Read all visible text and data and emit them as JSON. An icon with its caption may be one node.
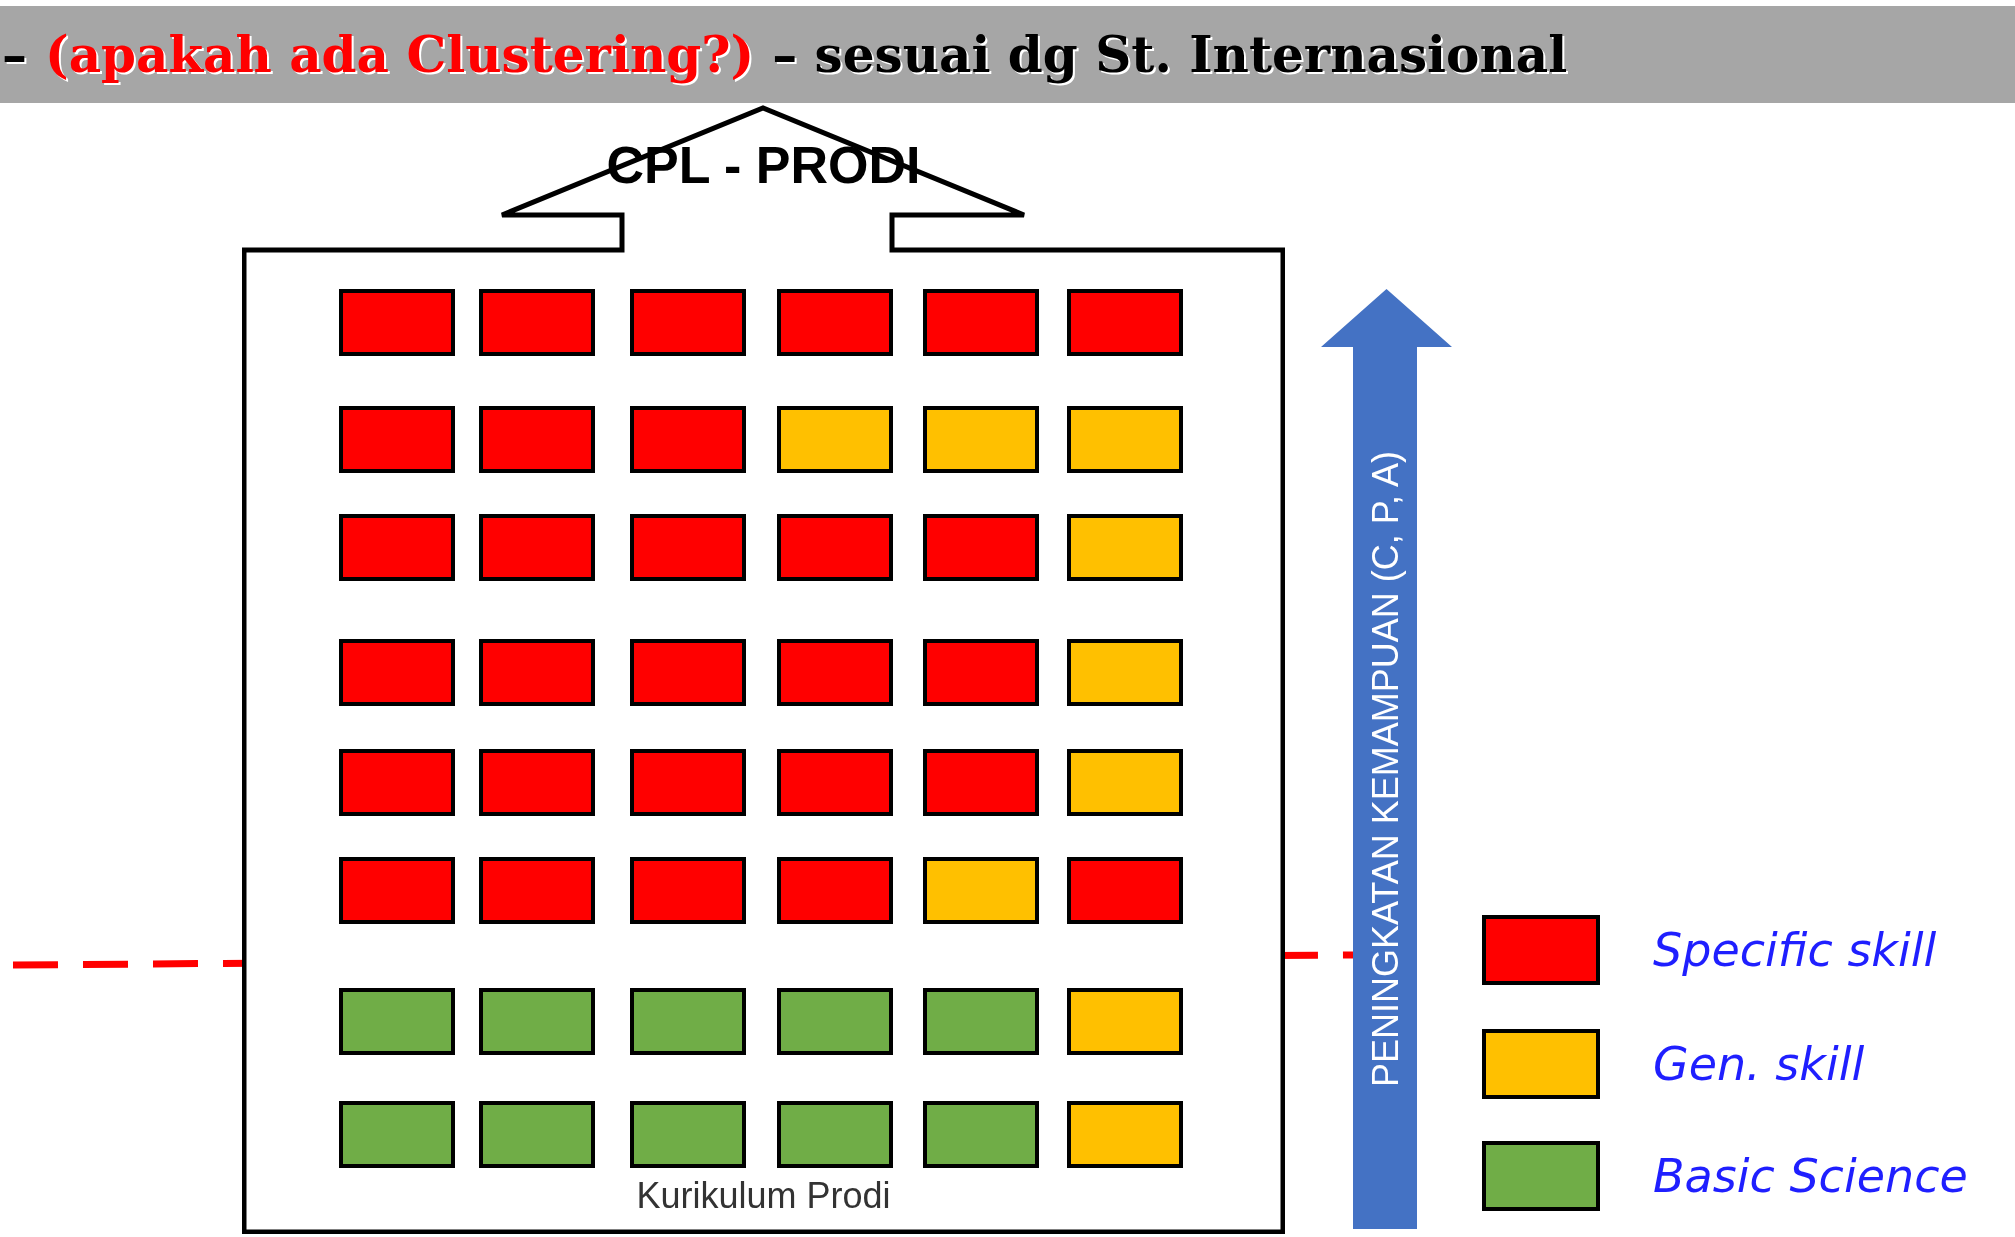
{
  "diagram": {
    "nodes": [
      {
        "text": [
          "CPL - PRODI",
          "Kurikulum Prodi"
        ]
      },
      {
        "text": [],
        "shape": "box",
        "in": 0
      },
      {
        "text": [],
        "shape": "box",
        "in": 0
      },
      {
        "text": [],
        "shape": "box",
        "in": 0
      },
      {
        "text": [],
        "shape": "box",
        "in": 0
      },
      {
        "text": [],
        "shape": "box",
        "in": 0
      },
      {
        "text": [],
        "shape": "box",
        "in": 0
      },
      {
        "text": [],
        "shape": "box",
        "in": 0
      },
      {
        "text": [],
        "shape": "box",
        "in": 0
      },
      {
        "text": [],
        "shape": "box",
        "in": 0
      },
      {
        "text": [],
        "shape": "box",
        "in": 0
      },
      {
        "text": [],
        "shape": "box",
        "in": 0
      },
      {
        "text": [],
        "shape": "box",
        "in": 0
      },
      {
        "text": [],
        "shape": "box",
        "in": 0
      },
      {
        "text": [],
        "shape": "box",
        "in": 0
      },
      {
        "text": [],
        "shape": "box",
        "in": 0
      },
      {
        "text": [],
        "shape": "box",
        "in": 0
      },
      {
        "text": [],
        "shape": "box",
        "in": 0
      },
      {
        "text": [],
        "shape": "box",
        "in": 0
      },
      {
        "text": [],
        "shape": "box",
        "in": 0
      },
      {
        "text": [],
        "shape": "box",
        "in": 0
      },
      {
        "text": [],
        "shape": "box",
        "in": 0
      },
      {
        "text": [],
        "shape": "box",
        "in": 0
      },
      {
        "text": [],
        "shape": "box",
        "in": 0
      },
      {
        "text": [],
        "shape": "box",
        "in": 0
      },
      {
        "text": [],
        "shape": "box",
        "in": 0
      },
      {
        "text": [],
        "shape": "box",
        "in": 0
      },
      {
        "text": [],
        "shape": "box",
        "in": 0
      },
      {
        "text": [],
        "shape": "box",
        "in": 0
      },
      {
        "text": [],
        "shape": "box",
        "in": 0
      },
      {
        "text": [],
        "shape": "box",
        "in": 0
      },
      {
        "text": [],
        "shape": "box",
        "in": 0
      },
      {
        "text": [],
        "shape": "box",
        "in": 0
      },
      {
        "text": [],
        "shape": "box",
        "in": 0
      },
      {
        "text": [],
        "shape": "box",
        "in": 0
      },
      {
        "text": [],
        "shape": "box",
        "in": 0
      },
      {
        "text": [],
        "shape": "box",
        "in": 0
      },
      {
        "text": [],
        "shape": "box",
        "in": 0
      },
      {
        "text": [],
        "shape": "box",
        "in": 0
      },
      {
        "text": [],
        "shape": "box",
        "in": 0
      },
      {
        "text": [],
        "shape": "box",
        "in": 0
      },
      {
        "text": [],
        "shape": "box",
        "in": 0
      },
      {
        "text": [],
        "shape": "box",
        "in": 0
      },
      {
        "text": [],
        "shape": "box",
        "in": 0
      },
      {
        "text": [],
        "shape": "box",
        "in": 0
      },
      {
        "text": [],
        "shape": "box",
        "in": 0
      },
      {
        "text": [],
        "shape": "box",
        "in": 0
      },
      {
        "text": [],
        "shape": "box",
        "in": 0
      },
      {
        "text": [],
        "shape": "box",
        "in": 0
      },
      {
        "text": [
          "PENINGKATAN KEMAMPUAN (C, P, A)"
        ]
      }
    ],
    "labels": [
      "–",
      "(apakah ada Clustering?)",
      "– sesuai dg St. Internasional"
    ],
    "legend": [
      {
        "text": "Specific skill",
        "color": "#ff0000"
      },
      {
        "text": "Gen. skill",
        "color": "#ffc000"
      },
      {
        "text": "Basic Science",
        "color": "#70ad47"
      }
    ]
  }
}
